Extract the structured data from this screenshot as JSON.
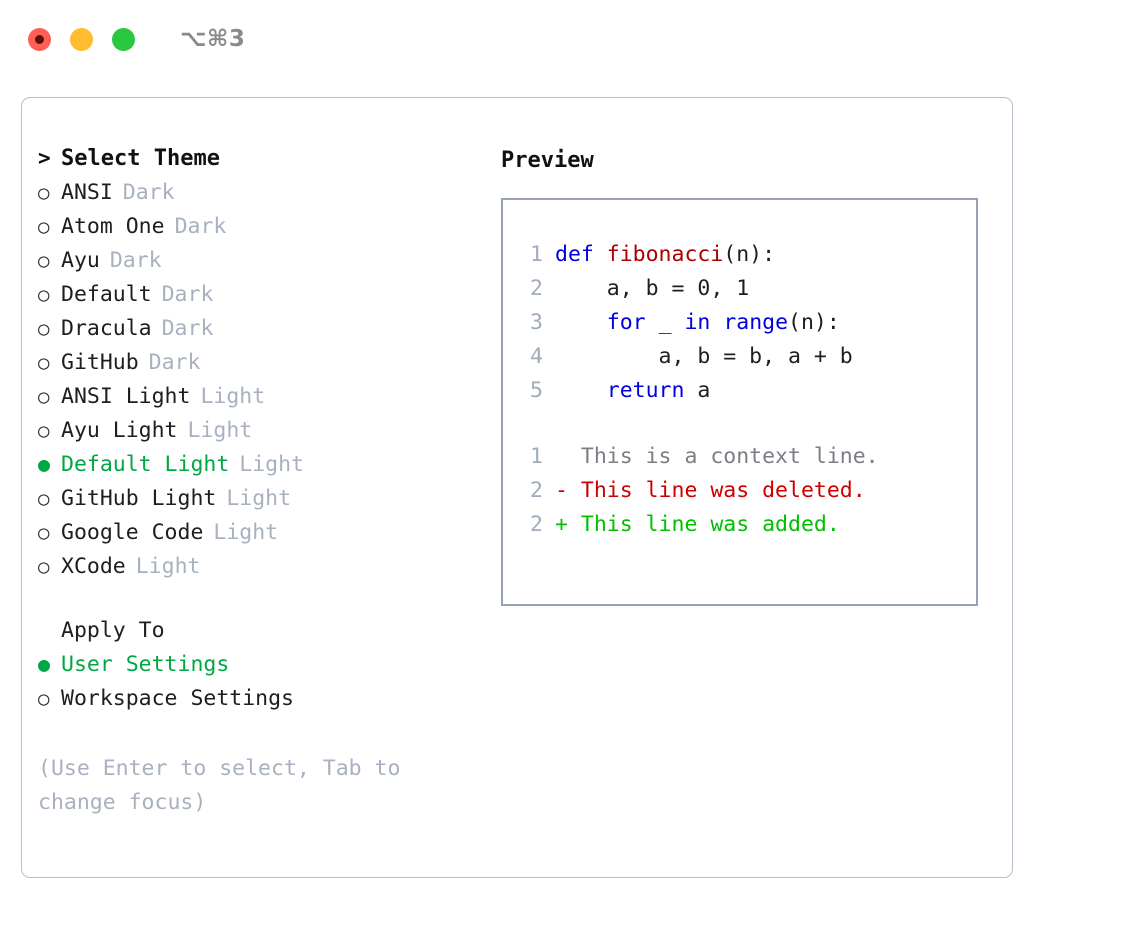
{
  "titlebar": {
    "shortcut": "⌥⌘3",
    "buttons": [
      "close",
      "minimize",
      "maximize"
    ]
  },
  "theme_picker": {
    "header_marker": ">",
    "header": "Select Theme",
    "selected_marker": "●",
    "unselected_marker": "○",
    "items": [
      {
        "label": "ANSI",
        "tag": "Dark",
        "selected": false
      },
      {
        "label": "Atom One",
        "tag": "Dark",
        "selected": false
      },
      {
        "label": "Ayu",
        "tag": "Dark",
        "selected": false
      },
      {
        "label": "Default",
        "tag": "Dark",
        "selected": false
      },
      {
        "label": "Dracula",
        "tag": "Dark",
        "selected": false
      },
      {
        "label": "GitHub",
        "tag": "Dark",
        "selected": false
      },
      {
        "label": "ANSI Light",
        "tag": "Light",
        "selected": false
      },
      {
        "label": "Ayu Light",
        "tag": "Light",
        "selected": false
      },
      {
        "label": "Default Light",
        "tag": "Light",
        "selected": true
      },
      {
        "label": "GitHub Light",
        "tag": "Light",
        "selected": false
      },
      {
        "label": "Google Code",
        "tag": "Light",
        "selected": false
      },
      {
        "label": "XCode",
        "tag": "Light",
        "selected": false
      }
    ]
  },
  "apply_to": {
    "header": "Apply To",
    "items": [
      {
        "label": "User Settings",
        "selected": true
      },
      {
        "label": "Workspace Settings",
        "selected": false
      }
    ]
  },
  "hint": "(Use Enter to select, Tab to change focus)",
  "preview": {
    "title": "Preview",
    "code_lines": [
      {
        "num": "1",
        "tokens": [
          {
            "text": "def ",
            "style": "kw"
          },
          {
            "text": "fibonacci",
            "style": "fn"
          },
          {
            "text": "(n):",
            "style": "plain"
          }
        ]
      },
      {
        "num": "2",
        "tokens": [
          {
            "text": "    a, b = 0, 1",
            "style": "plain"
          }
        ]
      },
      {
        "num": "3",
        "tokens": [
          {
            "text": "    ",
            "style": "plain"
          },
          {
            "text": "for",
            "style": "kw"
          },
          {
            "text": " _ ",
            "style": "plain"
          },
          {
            "text": "in",
            "style": "kw"
          },
          {
            "text": " ",
            "style": "plain"
          },
          {
            "text": "range",
            "style": "kw"
          },
          {
            "text": "(n):",
            "style": "plain"
          }
        ]
      },
      {
        "num": "4",
        "tokens": [
          {
            "text": "        a, b = b, a + b",
            "style": "plain"
          }
        ]
      },
      {
        "num": "5",
        "tokens": [
          {
            "text": "    ",
            "style": "plain"
          },
          {
            "text": "return",
            "style": "kw"
          },
          {
            "text": " a",
            "style": "plain"
          }
        ]
      }
    ],
    "diff_lines": [
      {
        "num": "1",
        "prefix": "  ",
        "text": "This is a context line.",
        "kind": "ctx"
      },
      {
        "num": "2",
        "prefix": "- ",
        "text": "This line was deleted.",
        "kind": "del"
      },
      {
        "num": "2",
        "prefix": "+ ",
        "text": "This line was added.",
        "kind": "add"
      }
    ]
  },
  "colors": {
    "accent_selected": "#00a843",
    "tag_muted": "#a8b1bf",
    "keyword": "#0000e0",
    "function": "#aa0000",
    "diff_deleted": "#cc0000",
    "diff_added": "#00c000",
    "border": "#b6bfcc",
    "preview_border": "#97a2b2",
    "traffic_red": "#ff5f57",
    "traffic_yellow": "#febc2e",
    "traffic_green": "#28c840"
  }
}
